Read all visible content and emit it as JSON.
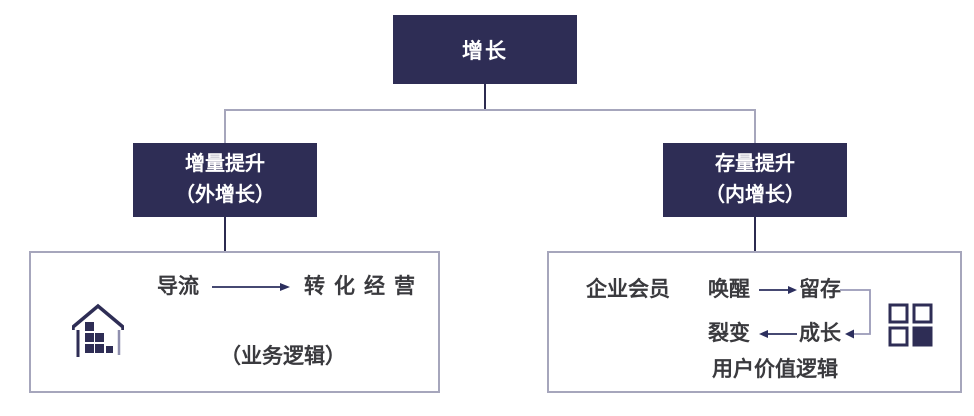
{
  "colors": {
    "node_navy": "#2e2d55",
    "connector_light": "#a6a6bc",
    "panel_border": "#a6a6bc",
    "panel_text": "#3a3a3e",
    "arrow_navy": "#2c2f5e"
  },
  "tree": {
    "root_label": "增长",
    "left_node": {
      "title": "增量提升",
      "subtitle": "（外增长）"
    },
    "right_node": {
      "title": "存量提升",
      "subtitle": "（内增长）"
    }
  },
  "left_panel": {
    "source": "导流",
    "target": "转化经营",
    "caption": "（业务逻辑）",
    "icon": "house-bars-icon"
  },
  "right_panel": {
    "label": "企业会员",
    "wake": "唤醒",
    "retain": "留存",
    "fission": "裂变",
    "growth": "成长",
    "caption": "用户价值逻辑",
    "icon": "grid-2x2-icon"
  }
}
